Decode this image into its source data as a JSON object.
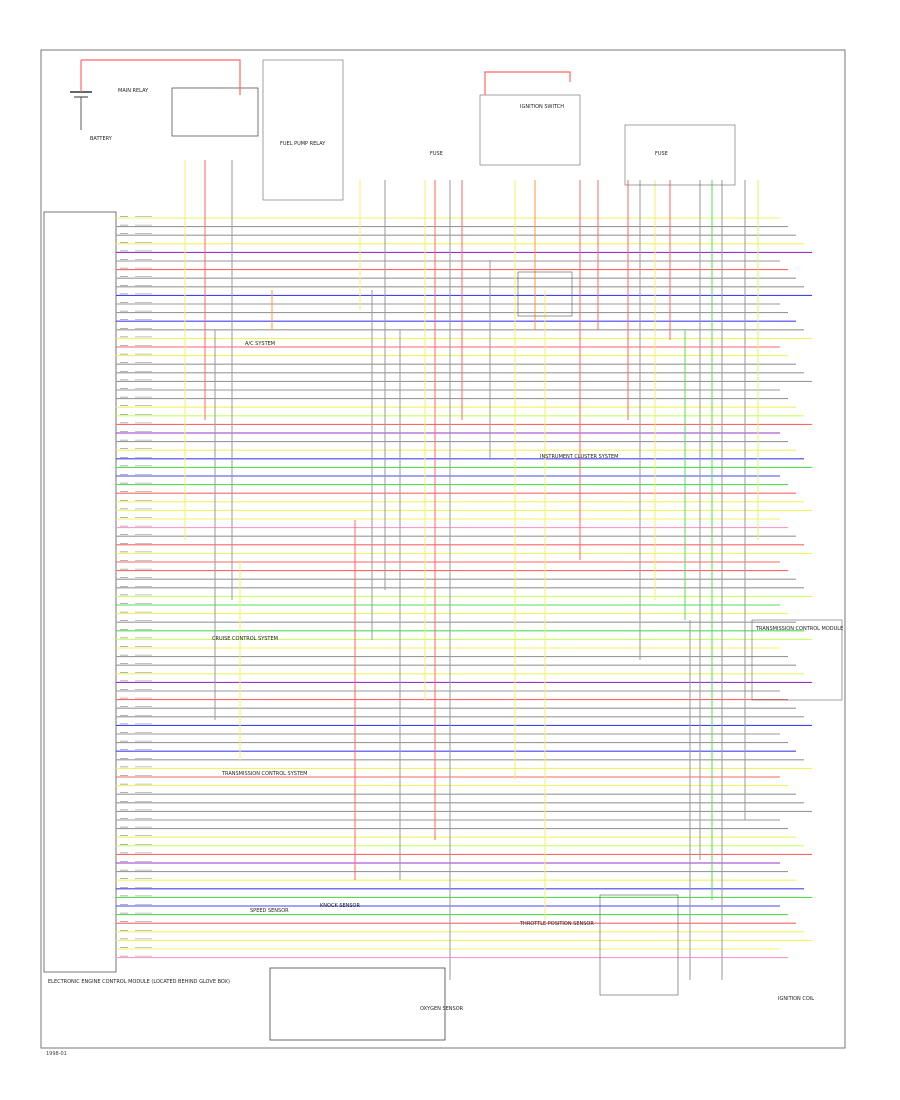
{
  "diagram": {
    "ecm_label": "ELECTRONIC ENGINE CONTROL MODULE (LOCATED BEHIND GLOVE BOX)",
    "main_relay_label": "MAIN RELAY",
    "fuel_pump_relay_label": "FUEL PUMP RELAY",
    "ignition_switch_label": "IGNITION SWITCH",
    "fuse_label_1": "FUSE",
    "fuse_label_2": "FUSE",
    "battery_label": "BATTERY",
    "callout_instrument_cluster": "INSTRUMENT CLUSTER SYSTEM",
    "callout_cruise": "CRUISE CONTROL SYSTEM",
    "callout_transmission": "TRANSMISSION CONTROL SYSTEM",
    "callout_ac": "A/C SYSTEM",
    "callout_tcm": "TRANSMISSION CONTROL MODULE",
    "bottom_label_1": "SPEED SENSOR",
    "bottom_label_2": "KNOCK SENSOR",
    "bottom_label_3": "THROTTLE POSITION SENSOR",
    "bottom_label_4": "OXYGEN SENSOR",
    "bottom_label_5": "IGNITION COIL",
    "footer": "1998-01"
  },
  "wire_colors": {
    "red": "#ff6666",
    "yellow": "#f2f266",
    "green": "#55dd55",
    "blue": "#4444ee",
    "violet": "#9933cc",
    "gray": "#999999",
    "orange": "#ff9933",
    "black": "#222222",
    "lightgreen": "#ccff66",
    "pink": "#ff99cc"
  }
}
